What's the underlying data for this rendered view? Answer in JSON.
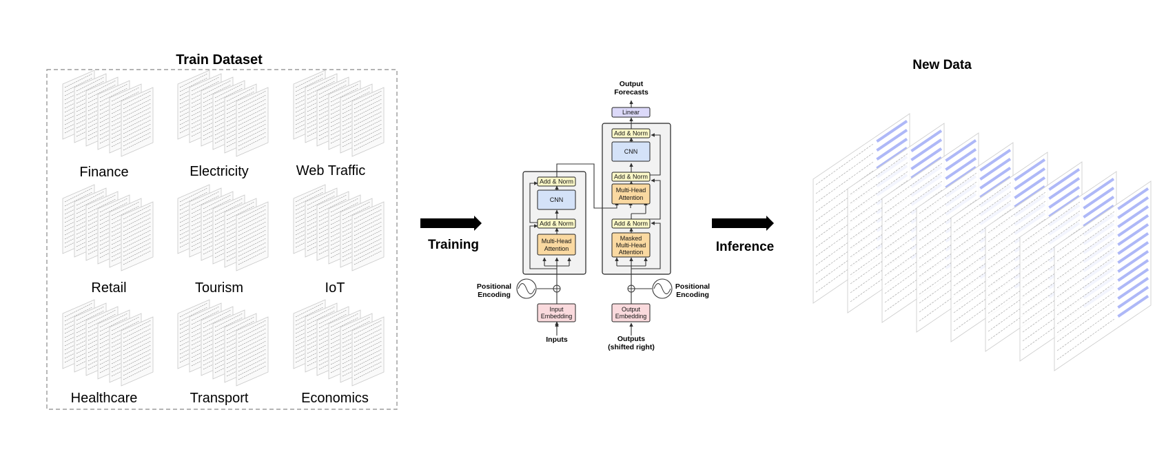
{
  "train_section": {
    "title": "Train Dataset",
    "datasets": [
      "Finance",
      "Electricity",
      "Web Traffic",
      "Retail",
      "Tourism",
      "IoT",
      "Healthcare",
      "Transport",
      "Economics"
    ]
  },
  "arrows": {
    "training": "Training",
    "inference": "Inference"
  },
  "new_data": {
    "title": "New Data"
  },
  "model": {
    "output_forecasts": [
      "Output",
      "Forecasts"
    ],
    "linear": "Linear",
    "add_norm": "Add & Norm",
    "cnn": "CNN",
    "multi_head": [
      "Multi-Head",
      "Attention"
    ],
    "masked_multi_head": [
      "Masked",
      "Multi-Head",
      "Attention"
    ],
    "pos_enc_left": [
      "Positional",
      "Encoding"
    ],
    "pos_enc_right": [
      "Positional",
      "Encoding"
    ],
    "input_embedding": [
      "Input",
      "Embedding"
    ],
    "output_embedding": [
      "Output",
      "Embedding"
    ],
    "inputs": "Inputs",
    "outputs": [
      "Outputs",
      "(shifted right)"
    ]
  },
  "colors": {
    "add_norm": "#fbf8c8",
    "cnn": "#d4e2f8",
    "attention": "#fad9a1",
    "embedding": "#fadadd",
    "linear": "#dcd9f9",
    "block_bg": "#f2f2f2",
    "sheet_highlight": "#9aa6f5"
  }
}
